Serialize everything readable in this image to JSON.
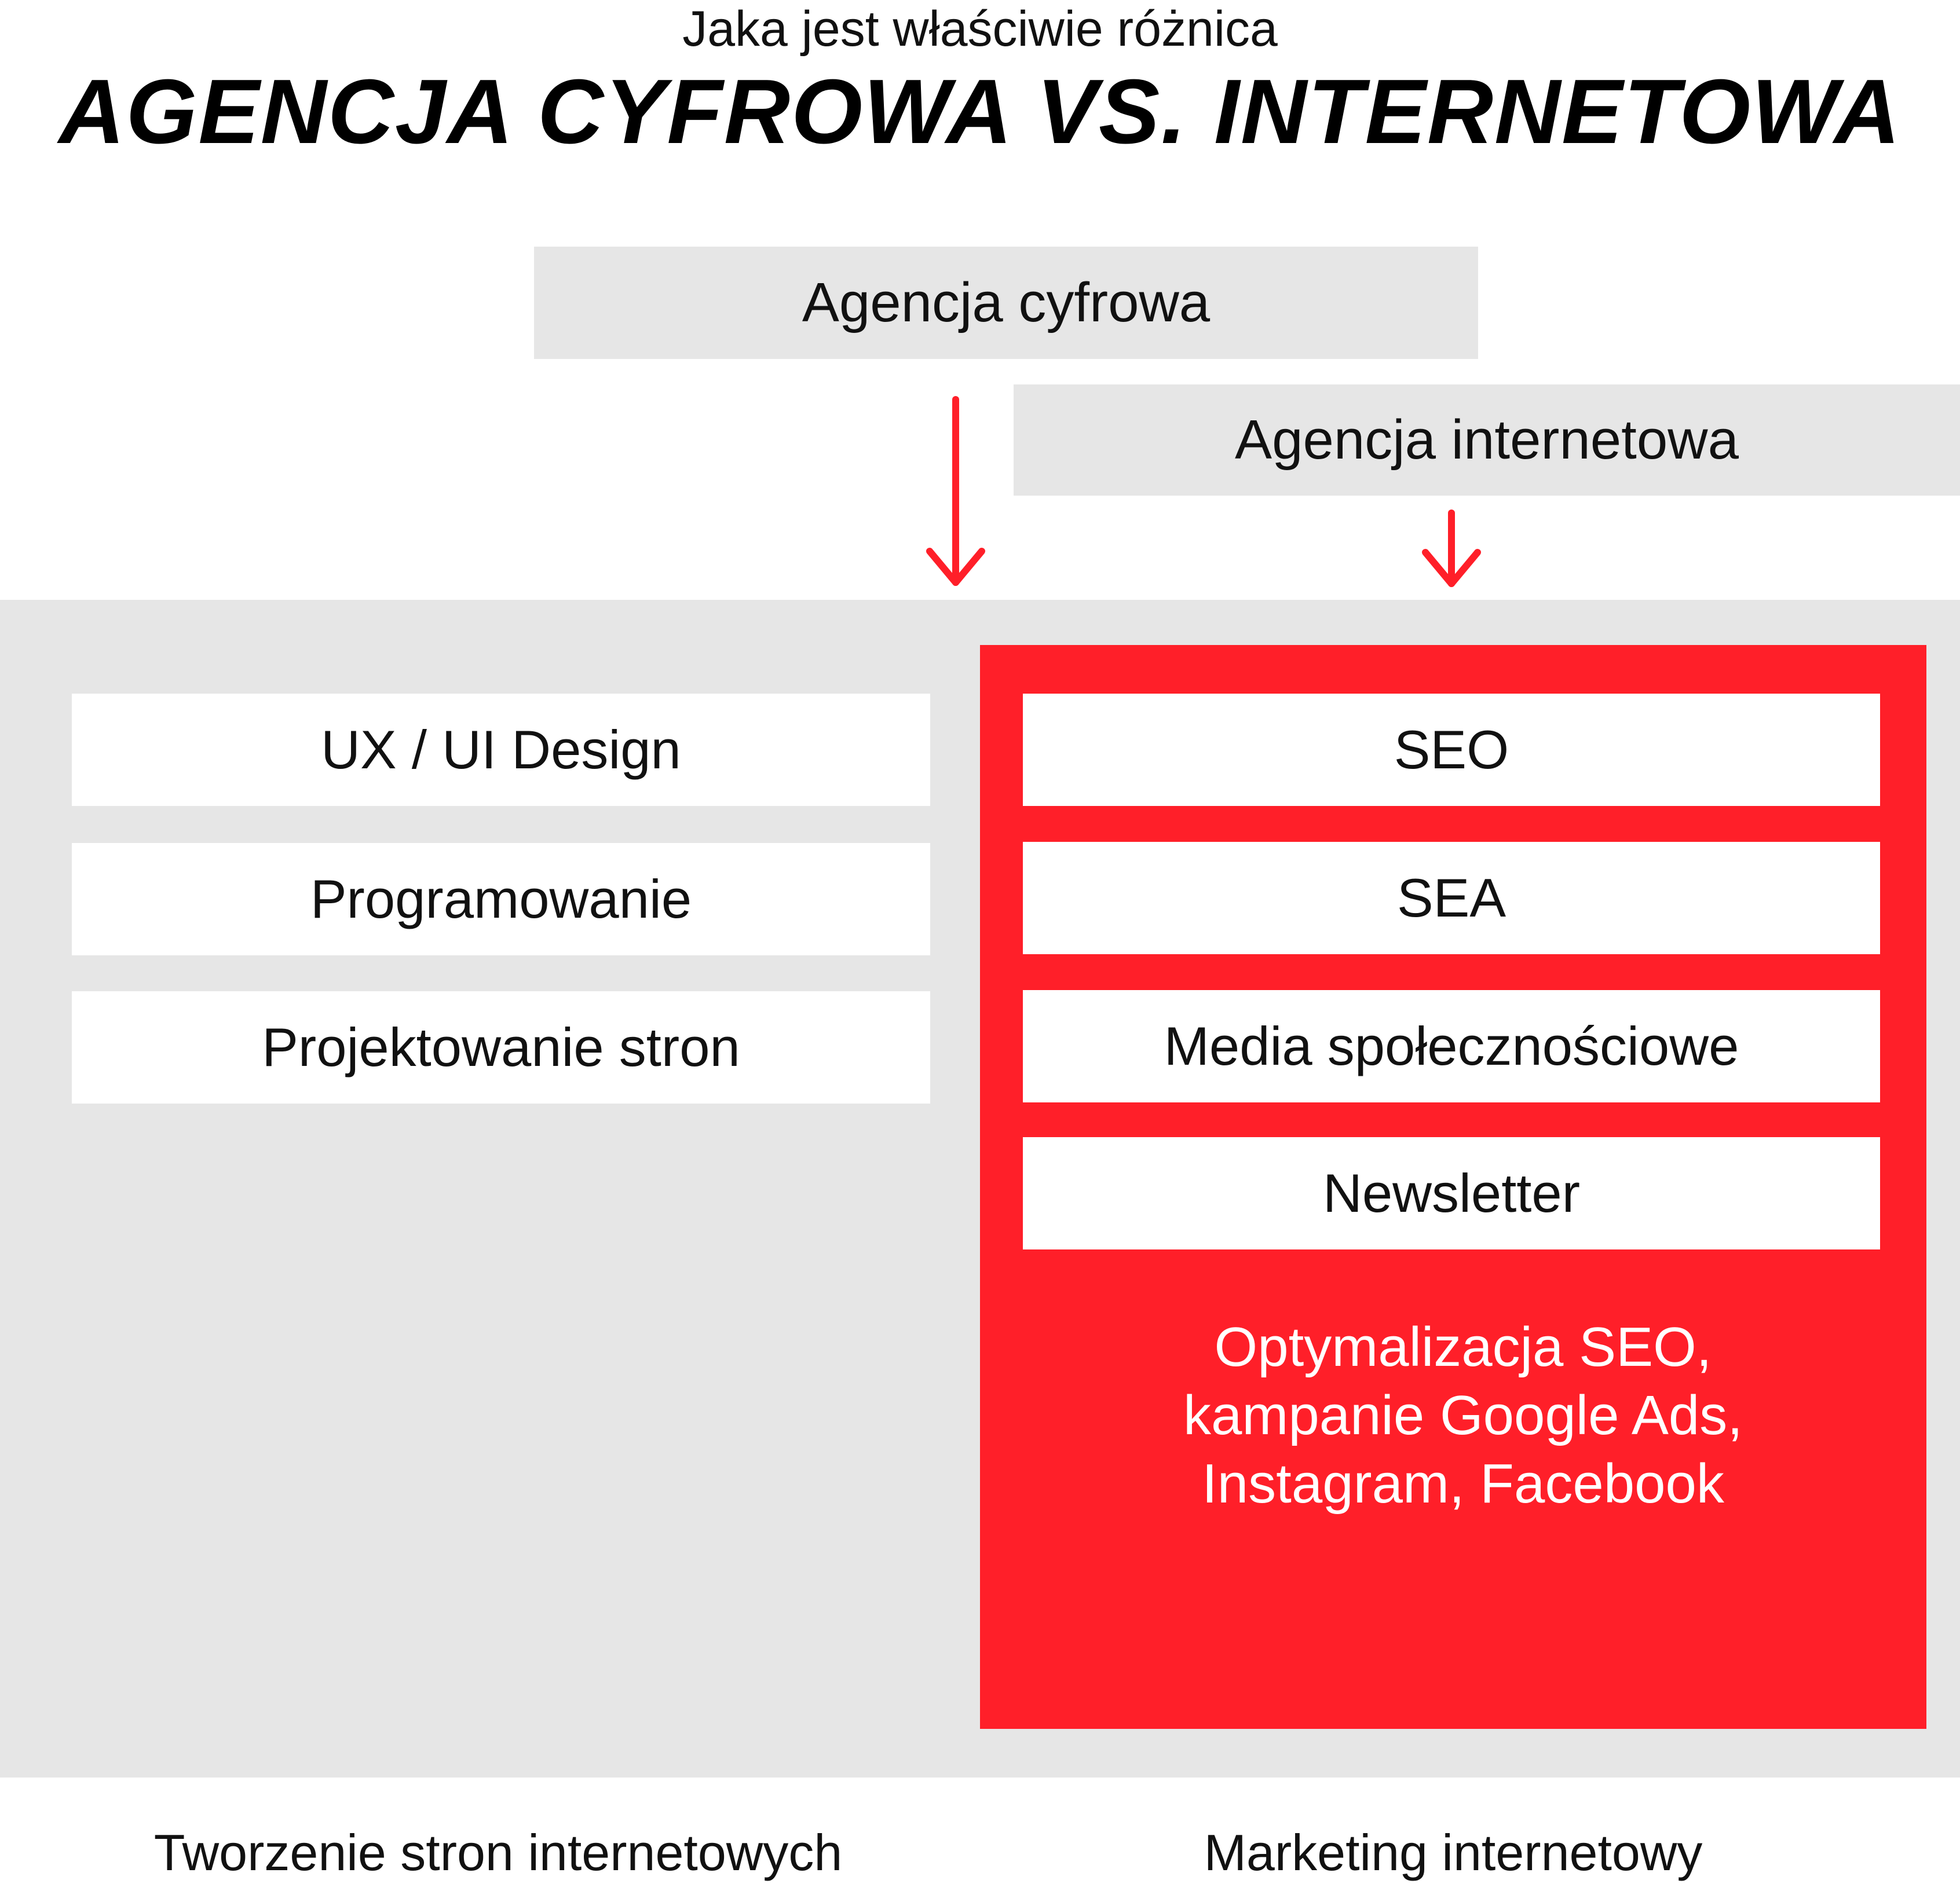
{
  "header": {
    "subtitle": "Jaka jest właściwie różnica",
    "title": "AGENCJA CYFROWA VS. INTERNETOWA"
  },
  "agencies": {
    "digital_label": "Agencja cyfrowa",
    "internet_label": "Agencja internetowa"
  },
  "digital_services": [
    "UX / UI Design",
    "Programowanie",
    "Projektowanie stron"
  ],
  "internet_services": [
    "SEO",
    "SEA",
    "Media społecznościowe",
    "Newsletter"
  ],
  "internet_description": "Optymalizacja SEO,\nkampanie Google Ads,\nInstagram, Facebook",
  "footer": {
    "left_label": "Tworzenie stron internetowych",
    "right_label": "Marketing internetowy"
  },
  "colors": {
    "accent_red": "#ff1f29",
    "panel_gray": "#e6e6e6",
    "box_white": "#ffffff",
    "text_dark": "#111111"
  },
  "icons": {
    "arrow_digital": "arrow-down-icon",
    "arrow_internet": "arrow-down-icon"
  }
}
